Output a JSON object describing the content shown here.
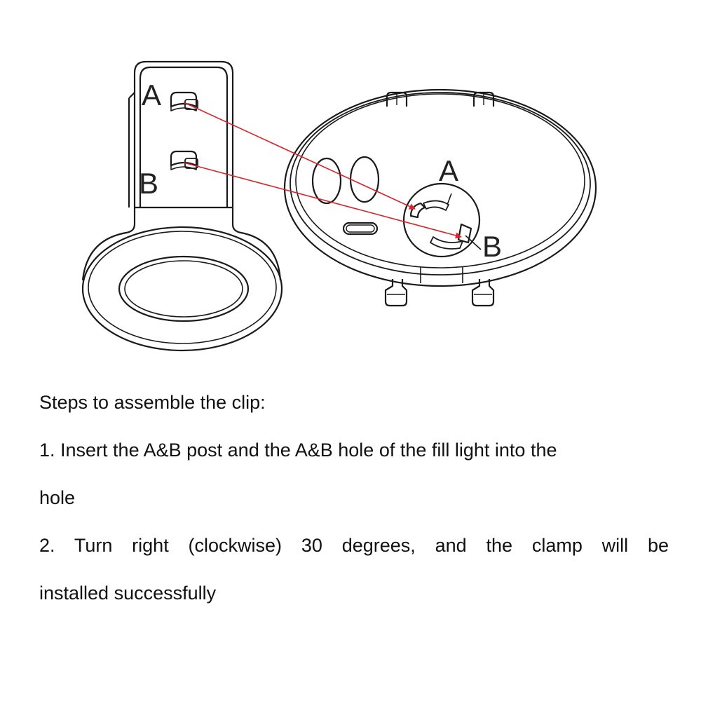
{
  "labels": {
    "clip_a": "A",
    "clip_b": "B",
    "light_a": "A",
    "light_b": "B"
  },
  "colors": {
    "line": "#1a1a1a",
    "arrow": "#d9262b"
  },
  "instructions": {
    "heading": "Steps to assemble the clip:",
    "step1_line1": "1. Insert the A&B post and the A&B hole of the fill light into the",
    "step1_line2": "hole",
    "step2_line1": "2. Turn right (clockwise) 30 degrees, and the clamp will be",
    "step2_line2": "installed successfully"
  }
}
